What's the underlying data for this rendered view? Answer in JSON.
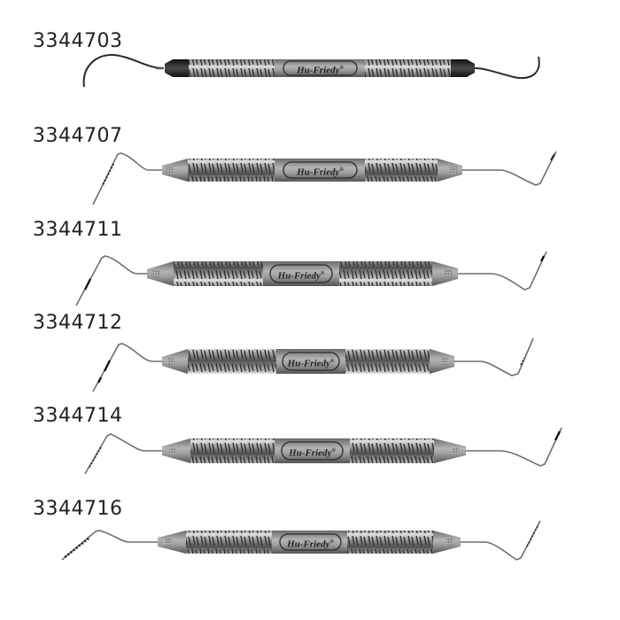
{
  "page": {
    "background": "#ffffff",
    "label_color": "#222222"
  },
  "brand": {
    "logo_text": "Hu-Friedy",
    "registered_mark": "®"
  },
  "instruments": [
    {
      "id": "3344703",
      "tip_type": "curved-explorer",
      "end_cap": "black-knurled"
    },
    {
      "id": "3344707",
      "tip_type": "graduated-probe",
      "end_cap": "tapered"
    },
    {
      "id": "3344711",
      "tip_type": "graduated-probe",
      "end_cap": "tapered"
    },
    {
      "id": "3344712",
      "tip_type": "graduated-probe",
      "end_cap": "tapered"
    },
    {
      "id": "3344714",
      "tip_type": "graduated-probe",
      "end_cap": "tapered"
    },
    {
      "id": "3344716",
      "tip_type": "graduated-probe",
      "end_cap": "tapered"
    }
  ],
  "colors": {
    "handle_dark": "#4a4a4a",
    "handle_mid": "#7a7a7a",
    "handle_light": "#c8c8c8",
    "wire": "#6e6e6e",
    "cap_black": "#1e1e1e"
  }
}
